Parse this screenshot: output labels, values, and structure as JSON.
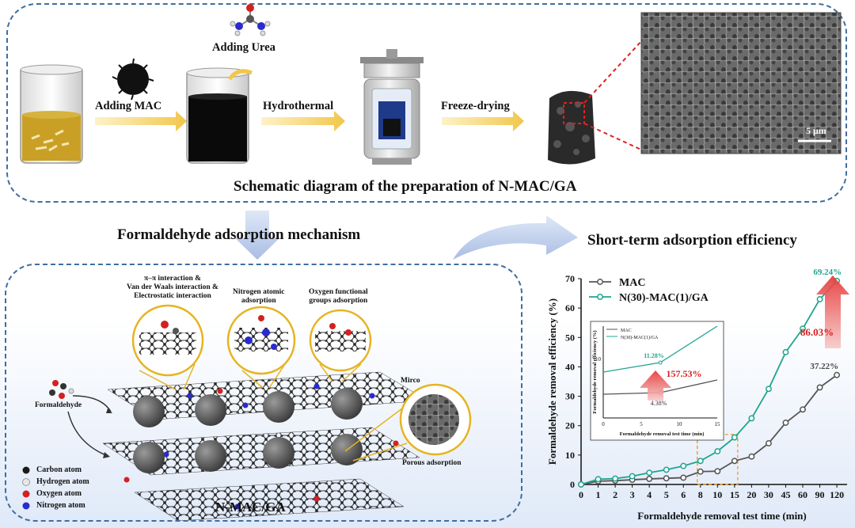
{
  "top_panel": {
    "adding_urea": "Adding Urea",
    "adding_mac": "Adding MAC",
    "hydrothermal": "Hydrothermal",
    "freeze_drying": "Freeze-drying",
    "scale_bar": "5 μm",
    "caption": "Schematic diagram of the preparation of N-MAC/GA"
  },
  "mechanism": {
    "title": "Formaldehyde adsorption mechanism",
    "interaction_label": "π–π interaction &\nVan der Waals interaction &\nElectrostatic interaction",
    "nitrogen_label": "Nitrogen atomic\nadsorption",
    "oxygen_label": "Oxygen functional\ngroups adsorption",
    "formaldehyde": "Formaldehyde",
    "mirco": "Mirco",
    "porous": "Porous adsorption",
    "material_name": "N-MAC/GA",
    "legend": [
      "Carbon atom",
      "Hydrogen atom",
      "Oxygen atom",
      "Nitrogen atom"
    ],
    "colors": {
      "carbon": "#1a1a1a",
      "hydrogen": "#e8e8e8",
      "oxygen": "#d42020",
      "nitrogen": "#2a2ad0",
      "accent": "#e6b422",
      "dash": "#3f6e9e"
    }
  },
  "efficiency": {
    "title": "Short-term adsorption efficiency"
  },
  "chart_data": {
    "type": "line",
    "xlabel": "Formaldehyde removal test time (min)",
    "ylabel": "Formaldehyde removal efficiency (%)",
    "categories": [
      "0",
      "1",
      "2",
      "3",
      "4",
      "5",
      "6",
      "8",
      "10",
      "15",
      "20",
      "30",
      "45",
      "60",
      "90",
      "120"
    ],
    "ylim": [
      0,
      70
    ],
    "yticks": [
      0,
      10,
      20,
      30,
      40,
      50,
      60,
      70
    ],
    "series": [
      {
        "name": "MAC",
        "color": "#555555",
        "values": [
          0,
          1.1,
          1.3,
          1.6,
          1.9,
          2.1,
          2.3,
          4.38,
          4.5,
          8.0,
          9.5,
          14.0,
          21.0,
          25.5,
          33.0,
          37.22
        ]
      },
      {
        "name": "N(30)-MAC(1)/GA",
        "color": "#1fa58f",
        "values": [
          0,
          1.8,
          2.0,
          2.8,
          4.0,
          5.0,
          6.3,
          8.0,
          11.28,
          16.0,
          22.5,
          32.5,
          45.0,
          53.0,
          63.0,
          69.24
        ]
      }
    ],
    "annotations": {
      "mac_end": "37.22%",
      "ga_end": "69.24%",
      "improvement_main": "86.03%"
    },
    "inset": {
      "ylabel": "Formaldehyde removal efficiency (%)",
      "xlabel": "Formaldehyde removal test time (min)",
      "xticks": [
        "0",
        "5",
        "10",
        "15"
      ],
      "ytick_label": "10",
      "legend": [
        "MAC",
        "N(30)-MAC(1)/GA"
      ],
      "mac_value": "4.38%",
      "ga_value": "11.28%",
      "improvement": "157.53%"
    }
  }
}
